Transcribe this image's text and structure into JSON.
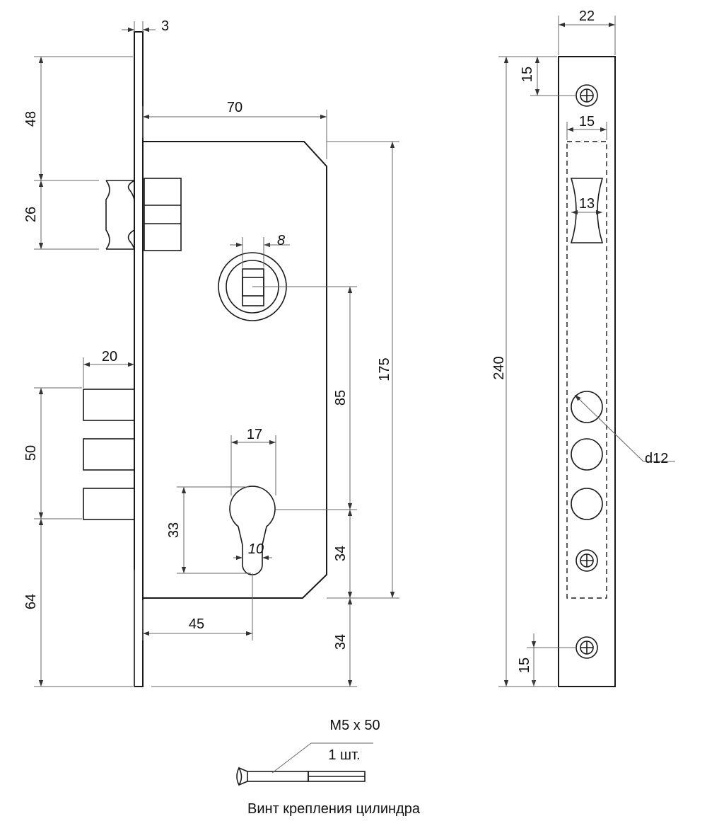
{
  "front_view": {
    "dim_faceplate_thickness": "3",
    "dim_body_depth": "70",
    "dim_top_to_latch": "48",
    "dim_latch_height": "26",
    "dim_spindle_square": "8",
    "dim_bolt_throw": "20",
    "dim_bolt_height": "50",
    "dim_bottom_to_bolt": "64",
    "dim_cylinder_width": "17",
    "dim_cylinder_height": "33",
    "dim_cylinder_slot": "10",
    "dim_backset": "45",
    "dim_center_distance": "85",
    "dim_body_height": "175",
    "dim_cylinder_to_body": "34",
    "dim_body_to_plate_end": "34"
  },
  "side_view": {
    "dim_faceplate_width": "22",
    "dim_faceplate_length": "240",
    "dim_top_screw_offset": "15",
    "dim_bottom_screw_offset": "15",
    "dim_window_width": "15",
    "dim_latch_window_width": "13",
    "dim_bolt_hole": "d12"
  },
  "screw": {
    "size": "M5 x 50",
    "quantity": "1 шт.",
    "caption": "Винт крепления цилиндра"
  }
}
